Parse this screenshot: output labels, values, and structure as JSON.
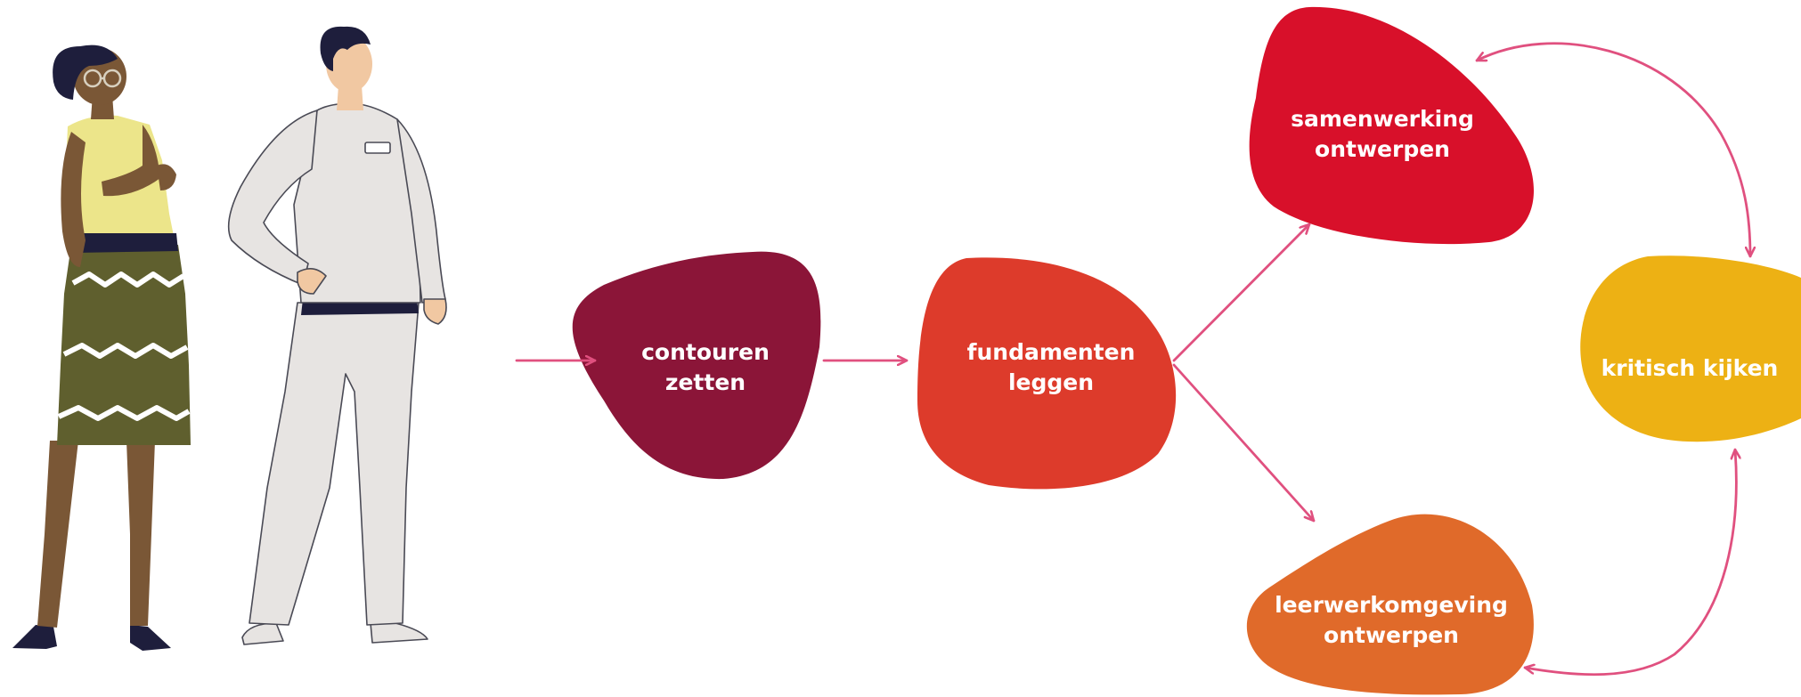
{
  "colors": {
    "arrow": "#e0507f",
    "contouren": "#8b1538",
    "fundamenten": "#dd3b2b",
    "samenwerking": "#d8102a",
    "leerwerk": "#e06a2a",
    "kritisch": "#edb114"
  },
  "nodes": {
    "contouren": {
      "line1": "contouren",
      "line2": "zetten"
    },
    "fundamenten": {
      "line1": "fundamenten",
      "line2": "leggen"
    },
    "samenwerking": {
      "line1": "samenwerking",
      "line2": "ontwerpen"
    },
    "leerwerk": {
      "line1": "leerwerkomgeving",
      "line2": "ontwerpen"
    },
    "kritisch": {
      "line1": "kritisch kijken"
    }
  },
  "illustration": {
    "figures": [
      "woman-with-glasses",
      "man-in-white-outfit"
    ]
  }
}
